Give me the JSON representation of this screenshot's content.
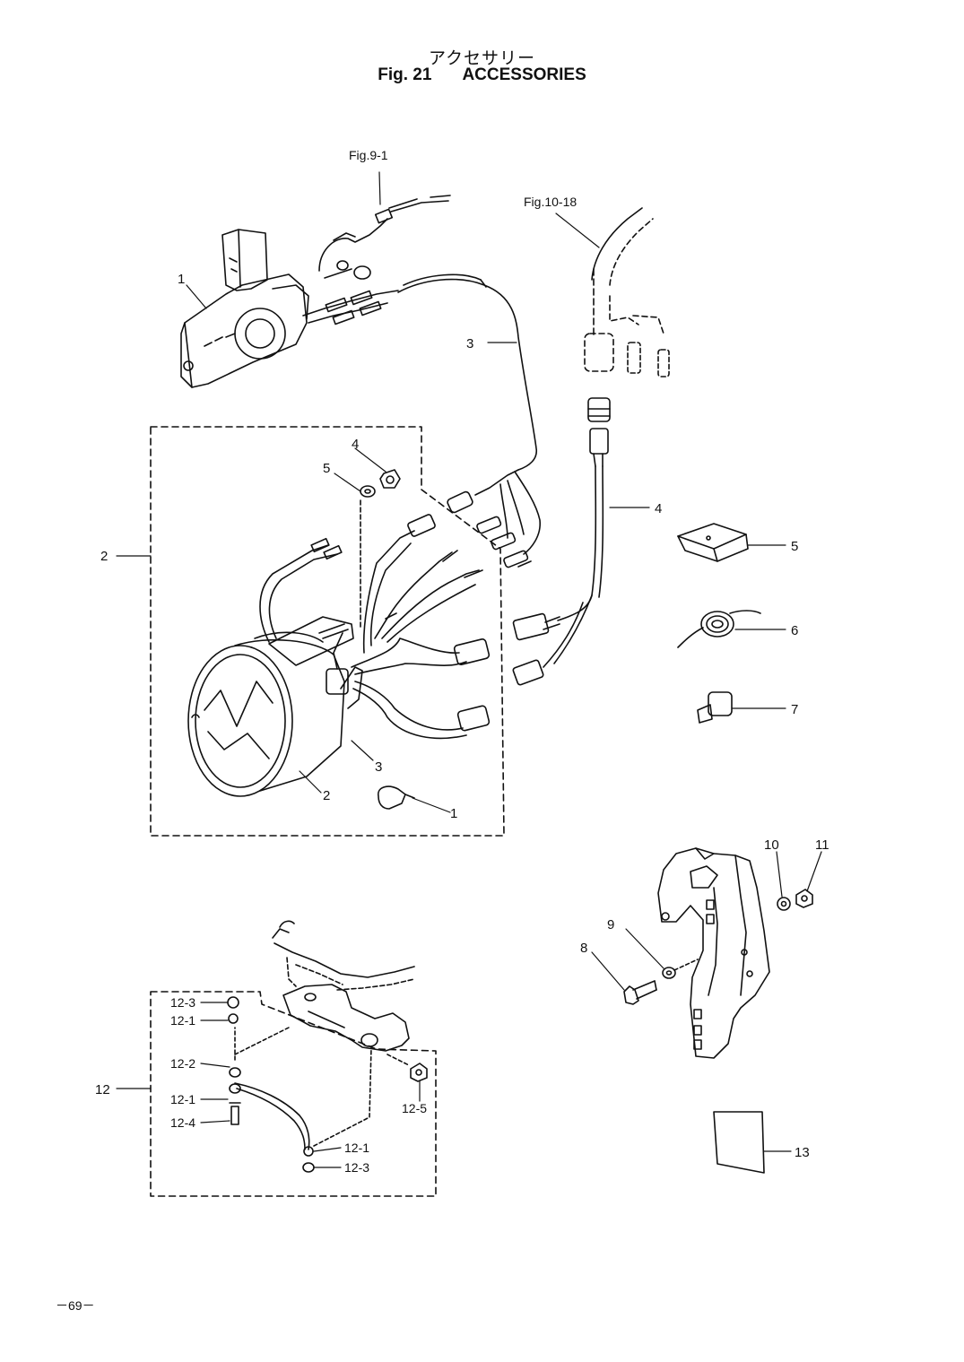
{
  "header": {
    "japanese_title": "アクセサリー",
    "figure_number": "Fig. 21",
    "figure_title": "ACCESSORIES"
  },
  "references": {
    "fig_9_1": "Fig.9-1",
    "fig_10_18": "Fig.10-18"
  },
  "callouts": {
    "remote_control_box": "1",
    "meter_assy_group": "2",
    "harness_upper": "3",
    "cable_4": "4",
    "clip_5": "5",
    "spring_6": "6",
    "grommet_7": "7",
    "bolt_8": "8",
    "washer_9": "9",
    "washer_10": "10",
    "nut_11": "11",
    "lead_group_12": "12",
    "decal_13": "13",
    "meter_nut_4": "4",
    "meter_washer_5": "5",
    "meter_lamp_1": "1",
    "meter_body_2": "2",
    "meter_harness_3": "3",
    "lead_12_3_top": "12-3",
    "lead_12_1_top": "12-1",
    "lead_12_2": "12-2",
    "lead_12_1_mid": "12-1",
    "lead_12_4": "12-4",
    "lead_12_5": "12-5",
    "lead_12_1_bottom": "12-1",
    "lead_12_3_bottom": "12-3"
  },
  "footer": {
    "page_number": "－69－"
  }
}
